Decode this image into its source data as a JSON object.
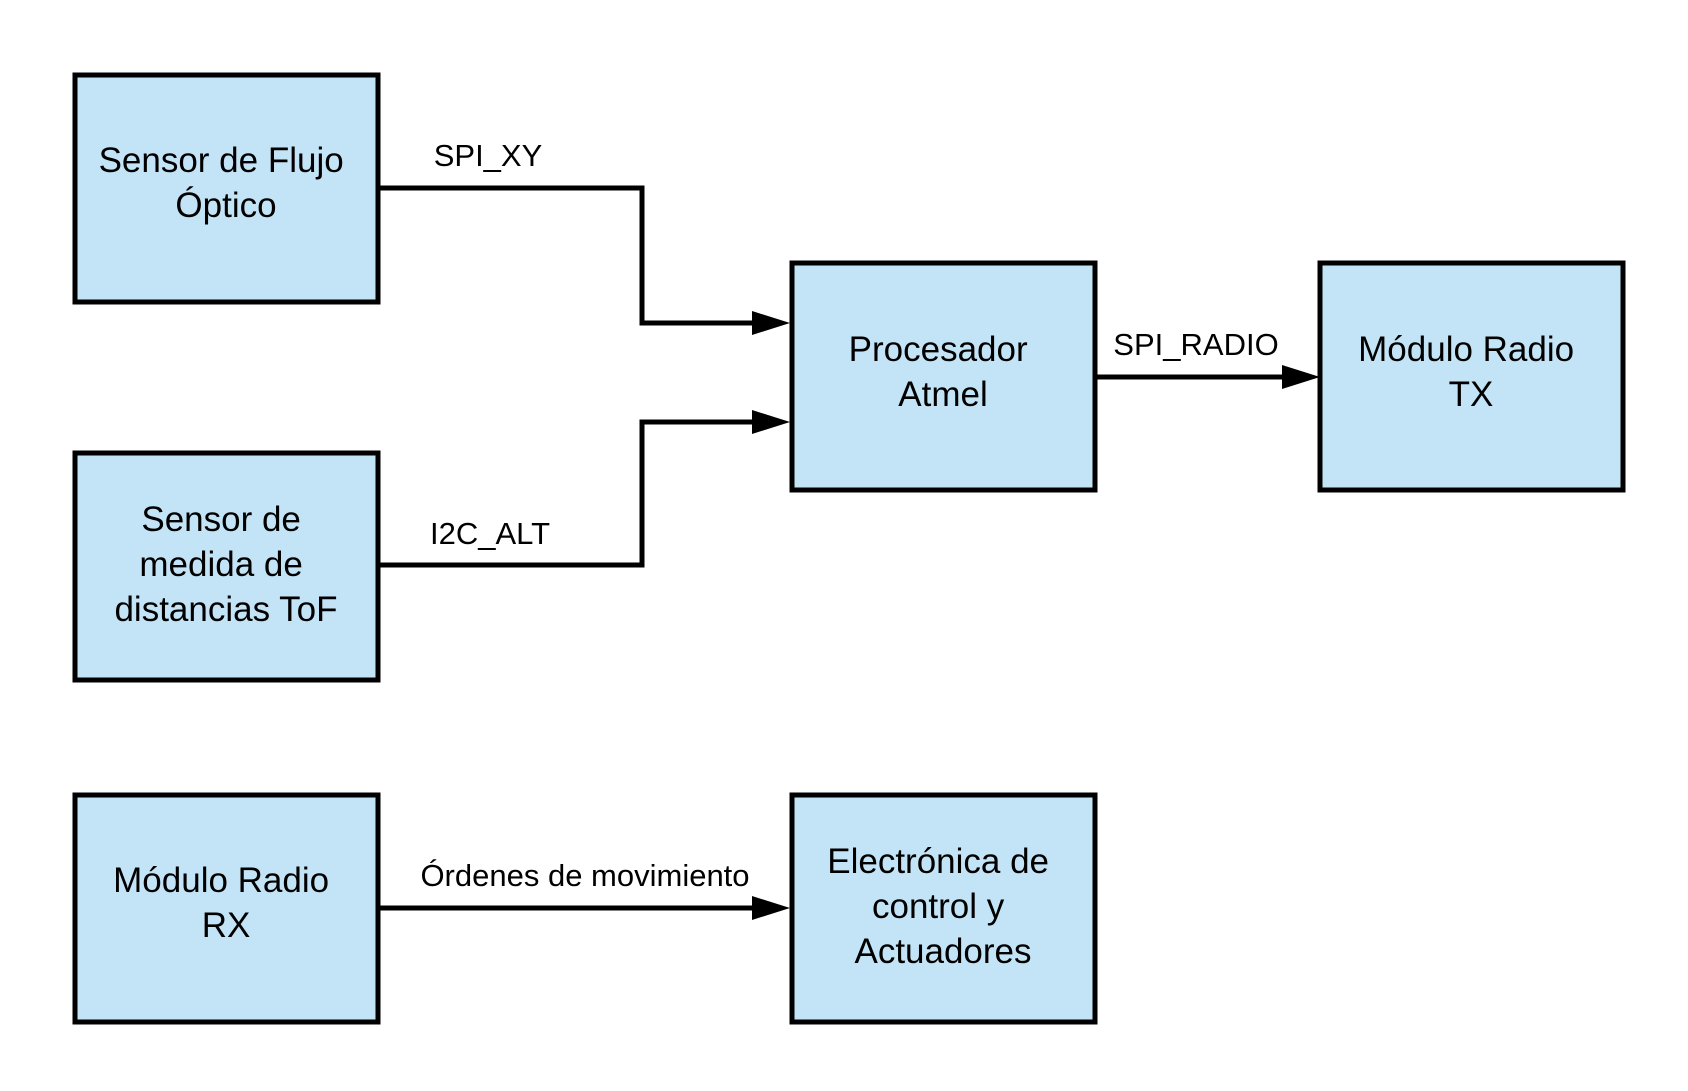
{
  "blocks": {
    "optical_flow_sensor": {
      "lines": [
        "Sensor de Flujo",
        "Óptico"
      ]
    },
    "tof_sensor": {
      "lines": [
        "Sensor de",
        "medida de",
        "distancias ToF"
      ]
    },
    "radio_rx": {
      "lines": [
        "Módulo Radio",
        "RX"
      ]
    },
    "processor": {
      "lines": [
        "Procesador",
        "Atmel"
      ]
    },
    "radio_tx": {
      "lines": [
        "Módulo Radio",
        "TX"
      ]
    },
    "control_electronics": {
      "lines": [
        "Electrónica de",
        "control y",
        "Actuadores"
      ]
    }
  },
  "connections": {
    "spi_xy": {
      "label": "SPI_XY",
      "from": "optical_flow_sensor",
      "to": "processor"
    },
    "i2c_alt": {
      "label": "I2C_ALT",
      "from": "tof_sensor",
      "to": "processor"
    },
    "spi_radio": {
      "label": "SPI_RADIO",
      "from": "processor",
      "to": "radio_tx"
    },
    "motion_orders": {
      "label": "Órdenes de movimiento",
      "from": "radio_rx",
      "to": "control_electronics"
    }
  },
  "colors": {
    "block_fill": "#c3e4f6",
    "stroke": "#000000",
    "background": "#ffffff"
  }
}
